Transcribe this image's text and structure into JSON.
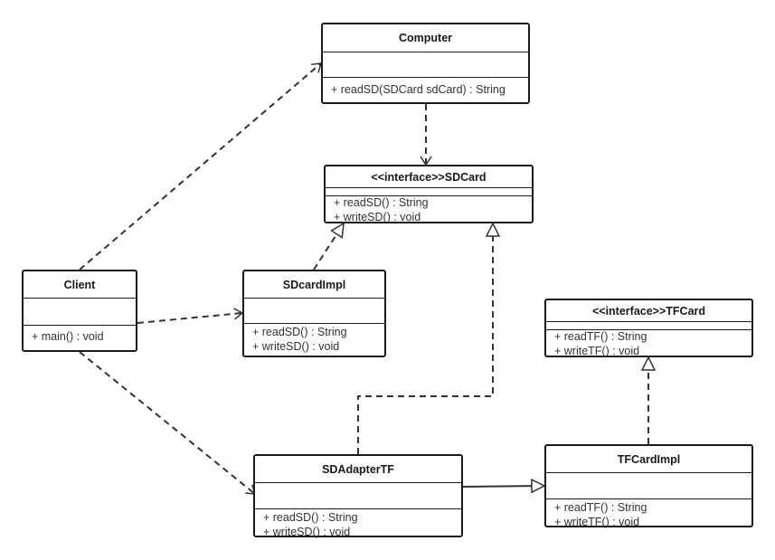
{
  "classes": {
    "computer": {
      "name": "Computer",
      "operations": [
        "+ readSD(SDCard sdCard) : String"
      ]
    },
    "sdcard": {
      "name": "<<interface>>SDCard",
      "operations": [
        "+ readSD() : String",
        "+ writeSD() : void"
      ]
    },
    "client": {
      "name": "Client",
      "operations": [
        "+ main() : void"
      ]
    },
    "sdcardimpl": {
      "name": "SDcardImpl",
      "operations": [
        "+ readSD() : String",
        "+ writeSD() : void"
      ]
    },
    "tfcard": {
      "name": "<<interface>>TFCard",
      "operations": [
        "+ readTF() : String",
        "+ writeTF() : void"
      ]
    },
    "sdadaptertf": {
      "name": "SDAdapterTF",
      "operations": [
        "+ readSD() : String",
        "+ writeSD() : void"
      ]
    },
    "tfcardimpl": {
      "name": "TFCardImpl",
      "operations": [
        "+ readTF() : String",
        "+ writeTF() : void"
      ]
    }
  },
  "colors": {
    "line": "#333333",
    "border": "#1a1a1a"
  }
}
